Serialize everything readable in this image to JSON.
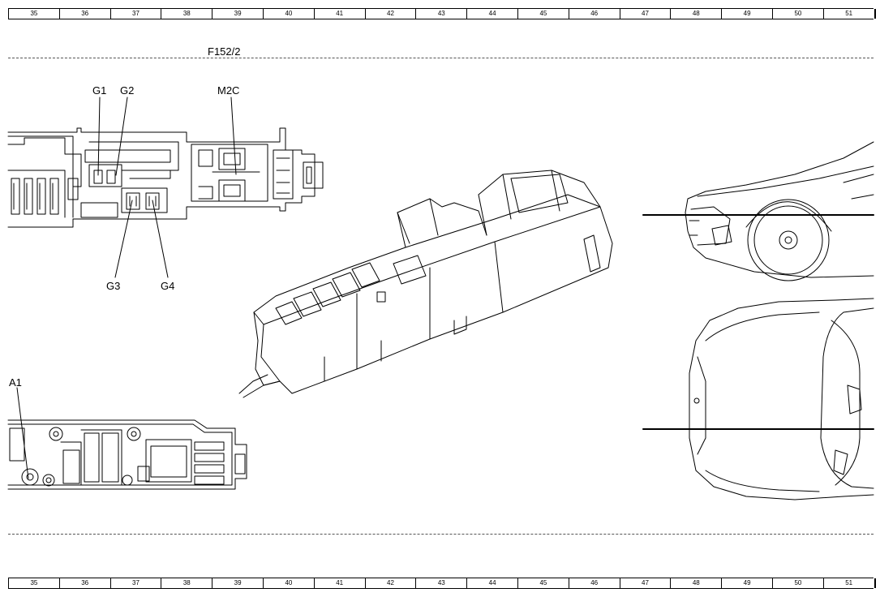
{
  "ruler": {
    "columns": [
      "35",
      "36",
      "37",
      "38",
      "39",
      "40",
      "41",
      "42",
      "43",
      "44",
      "45",
      "46",
      "47",
      "48",
      "49",
      "50",
      "51",
      ""
    ]
  },
  "section": {
    "title": "F152/2"
  },
  "callouts": {
    "g1": "G1",
    "g2": "G2",
    "m2c": "M2C",
    "g3": "G3",
    "g4": "G4",
    "a1": "A1"
  }
}
